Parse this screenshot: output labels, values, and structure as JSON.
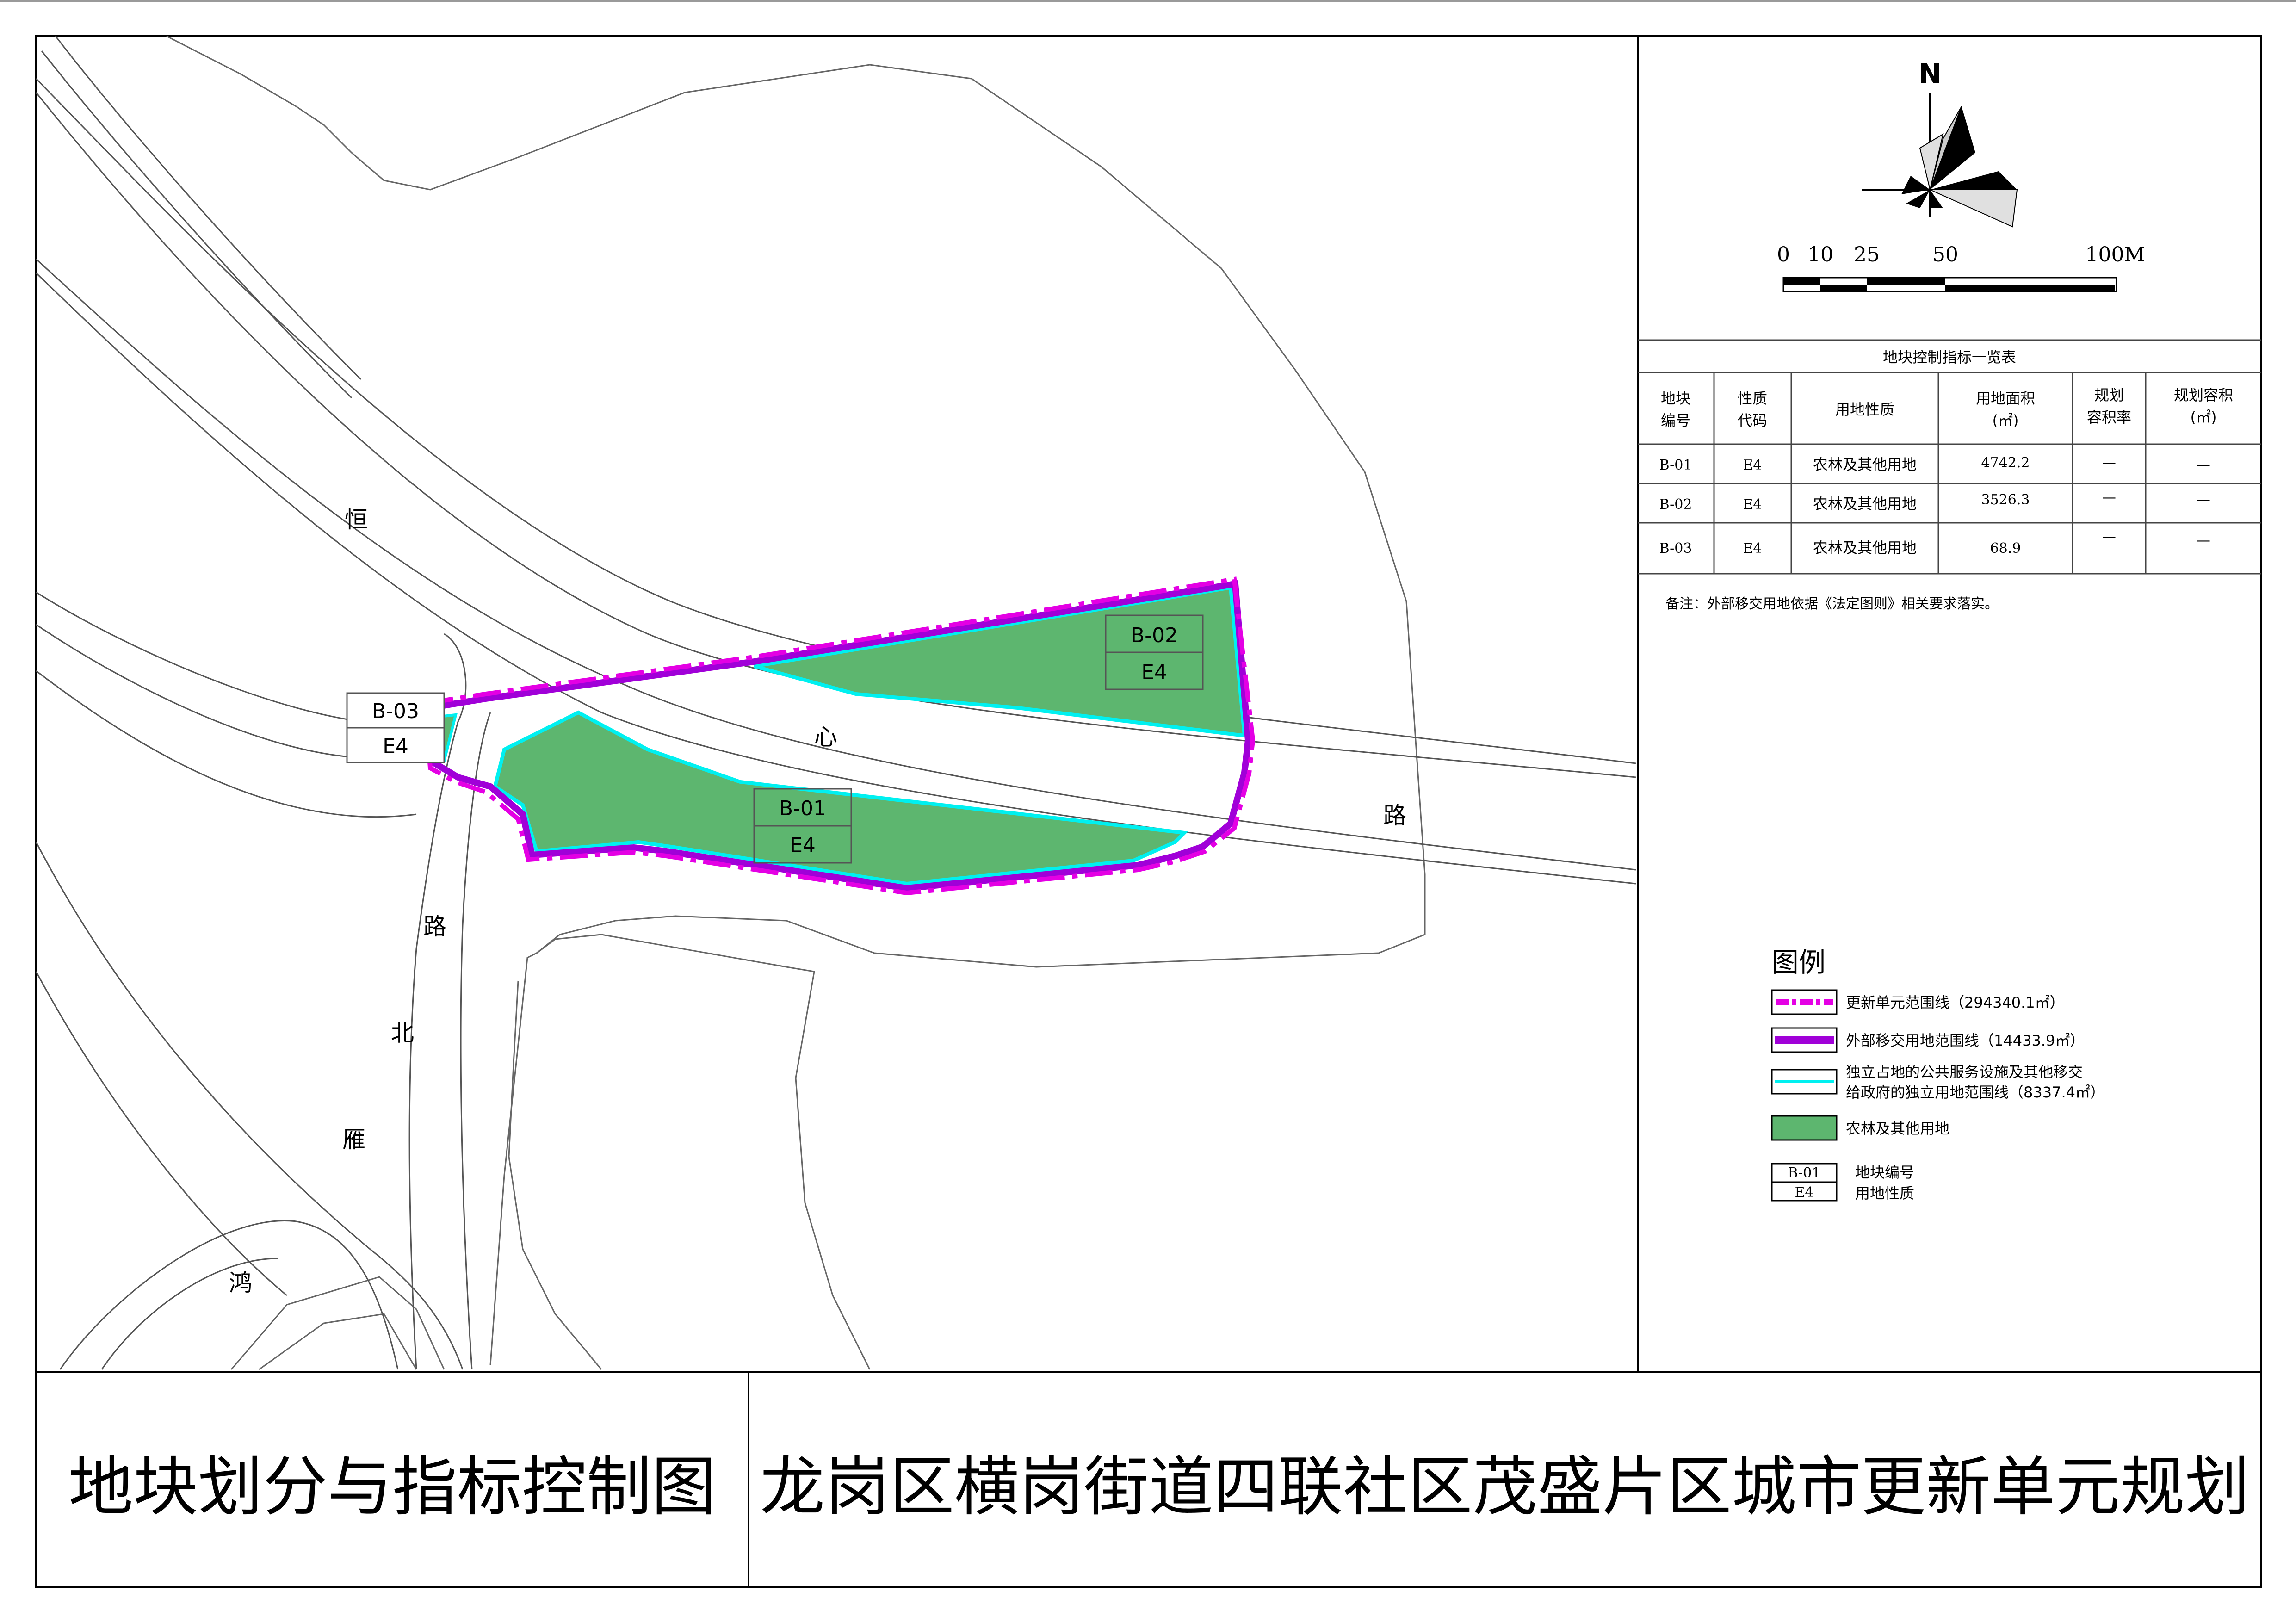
{
  "sheet_title": "地块划分与指标控制图",
  "project_title": "龙岗区横岗街道四联社区茂盛片区城市更新单元规划",
  "north_arrow": {
    "letter": "N",
    "icon": "north-arrow-icon"
  },
  "scale_bar": {
    "labels": [
      "0",
      "10",
      "25",
      "50",
      "100M"
    ]
  },
  "road_labels": {
    "hengxin_road": [
      "恒",
      "心",
      "路"
    ],
    "hongyan_north_road": [
      "鸿",
      "雁",
      "北",
      "路"
    ]
  },
  "parcels": [
    {
      "id": "B-01",
      "code": "E4"
    },
    {
      "id": "B-02",
      "code": "E4"
    },
    {
      "id": "B-03",
      "code": "E4"
    }
  ],
  "table": {
    "title": "地块控制指标一览表",
    "headers": [
      [
        "地块",
        "编号"
      ],
      [
        "性质",
        "代码"
      ],
      [
        "用地性质"
      ],
      [
        "用地面积",
        "(㎡)"
      ],
      [
        "规划",
        "容积率"
      ],
      [
        "规划容积",
        "(㎡)"
      ]
    ],
    "rows": [
      [
        "B-01",
        "E4",
        "农林及其他用地",
        "4742.2",
        "—",
        "—"
      ],
      [
        "B-02",
        "E4",
        "农林及其他用地",
        "3526.3",
        "—",
        "—"
      ],
      [
        "B-03",
        "E4",
        "农林及其他用地",
        "68.9",
        "—",
        "—"
      ]
    ],
    "note": "备注：外部移交用地依据《法定图则》相关要求落实。"
  },
  "legend": {
    "title": "图例",
    "items": [
      {
        "label": "更新单元范围线（294340.1㎡）",
        "symbol": "dash-dot-line",
        "color": "#e400e4"
      },
      {
        "label": "外部移交用地范围线（14433.9㎡）",
        "symbol": "thick-line",
        "color": "#a000d8"
      },
      {
        "label": "独立占地的公共服务设施及其他移交",
        "label2": "给政府的独立用地范围线（8337.4㎡）",
        "symbol": "thin-line",
        "color": "#00f0f0"
      },
      {
        "label": "农林及其他用地",
        "symbol": "fill",
        "color": "#5db66f"
      }
    ],
    "parcel_key": {
      "id": "B-01",
      "code": "E4",
      "id_label": "地块编号",
      "code_label": "用地性质"
    }
  },
  "colors": {
    "parcel_fill": "#5db66f",
    "unit_boundary": "#e400e4",
    "transfer_boundary": "#a000d8",
    "independent_boundary": "#00f0f0"
  }
}
